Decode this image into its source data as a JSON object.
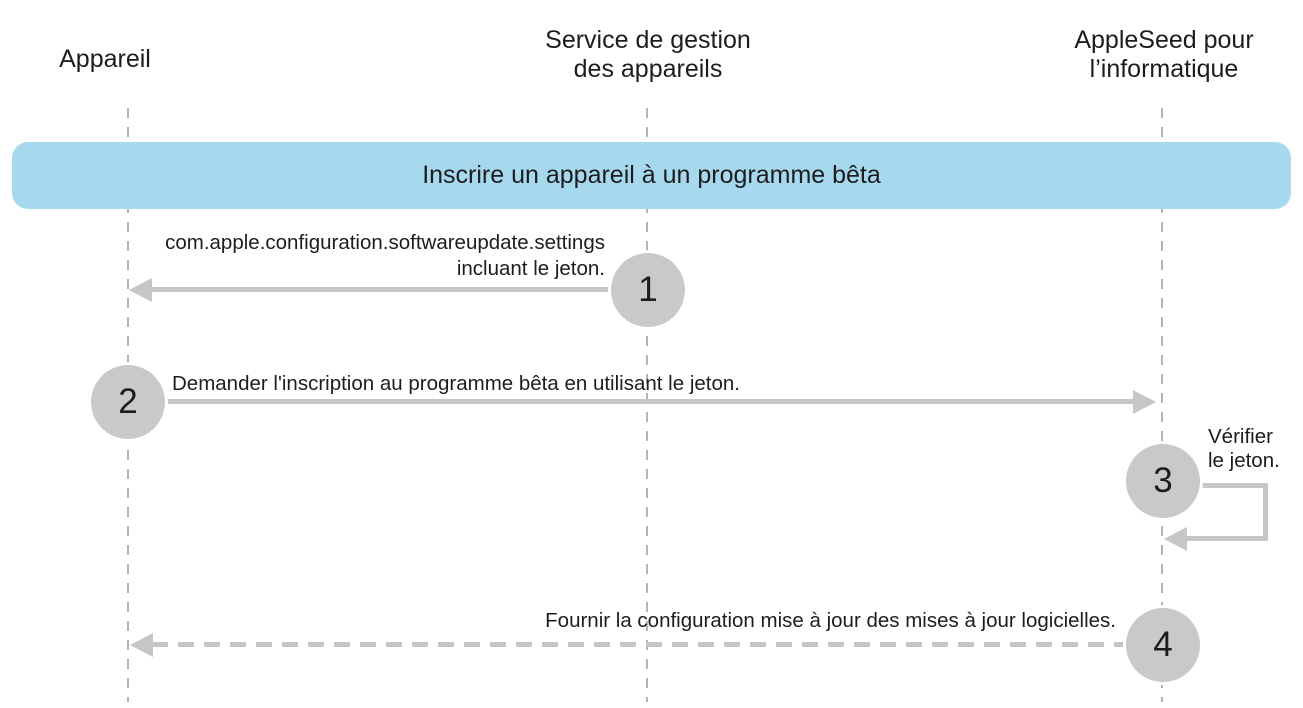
{
  "diagram": {
    "title_banner": {
      "label": "Inscrire un appareil à un programme bêta",
      "fill_color": "#a6d9ee"
    },
    "actors": [
      {
        "id": "appareil",
        "label_lines": [
          "Appareil"
        ]
      },
      {
        "id": "service-gestion-appareils",
        "label_lines": [
          "Service de gestion",
          "des appareils"
        ]
      },
      {
        "id": "appleseed-informatique",
        "label_lines": [
          "AppleSeed pour",
          "l’informatique"
        ]
      }
    ],
    "steps": [
      {
        "number": "1",
        "label_lines": [
          "com.apple.configuration.softwareupdate.settings",
          "incluant le jeton."
        ],
        "from": "service-gestion-appareils",
        "to": "appareil",
        "line_style": "solid"
      },
      {
        "number": "2",
        "label_lines": [
          "Demander l'inscription au programme bêta en utilisant le jeton."
        ],
        "from": "appareil",
        "to": "appleseed-informatique",
        "line_style": "solid"
      },
      {
        "number": "3",
        "label_lines": [
          "Vérifier",
          "le jeton."
        ],
        "from": "appleseed-informatique",
        "to": "appleseed-informatique",
        "line_style": "solid-self-loop"
      },
      {
        "number": "4",
        "label_lines": [
          "Fournir la configuration mise à jour des mises à jour logicielles."
        ],
        "from": "appleseed-informatique",
        "to": "appareil",
        "line_style": "dashed"
      }
    ],
    "colors": {
      "banner_fill": "#a6d9ee",
      "arrow": "#c6c6c6",
      "lifeline": "#b3b3b3",
      "circle_fill": "#c9c9c9",
      "text": "#1d1d1f"
    }
  }
}
